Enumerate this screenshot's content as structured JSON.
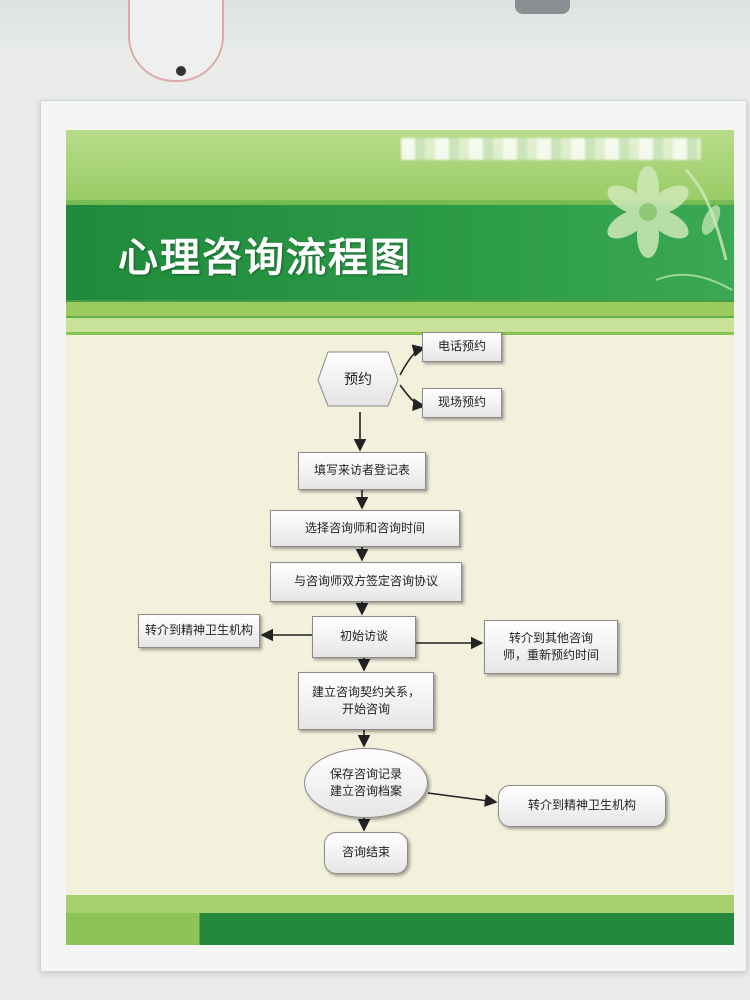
{
  "title": "心理咨询流程图",
  "nodes": {
    "appointment": "预约",
    "phone_appointment": "电话预约",
    "onsite_appointment": "现场预约",
    "fill_form": "填写来访者登记表",
    "choose_counselor": "选择咨询师和咨询时间",
    "sign_agreement": "与咨询师双方签定咨询协议",
    "initial_interview": "初始访谈",
    "refer_mental_left": "转介到精神卫生机构",
    "refer_other": "转介到其他咨询\n师，重新预约时间",
    "build_relationship": "建立咨询契约关系，\n开始咨询",
    "save_records": "保存咨询记录\n建立咨询档案",
    "refer_mental_right": "转介到精神卫生机构",
    "end": "咨询结束"
  },
  "colors": {
    "dark_green": "#23883a",
    "light_green": "#9acb5f",
    "poster_background": "#f3f0dc",
    "box_border": "#8a8a8a"
  },
  "icons": [
    "flower-ornament-icon"
  ]
}
